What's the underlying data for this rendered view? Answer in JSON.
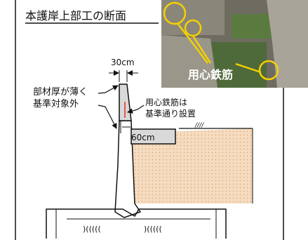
{
  "title": "本護岸上部工の断面",
  "photo_label": "用心鉄筋",
  "labels": {
    "top_width": "30cm",
    "thin_note_1": "部材厚が薄く",
    "thin_note_2": "基準対象外",
    "rebar_note_1": "用心鉄筋は",
    "rebar_note_2": "基準通り設置",
    "bottom_width": "60cm",
    "pile_left": ")(((((",
    "pile_right": ")(((((",
    "ground_hatch": "////",
    "ground_base": "\\\\"
  },
  "colors": {
    "soil_fill": "#f5dcc0",
    "soil_dot": "#d8a070",
    "cap_fill": "#d9d9d9",
    "highlight": "#f4d000",
    "rebar": "#e0301e",
    "title_underline": "#111111"
  }
}
